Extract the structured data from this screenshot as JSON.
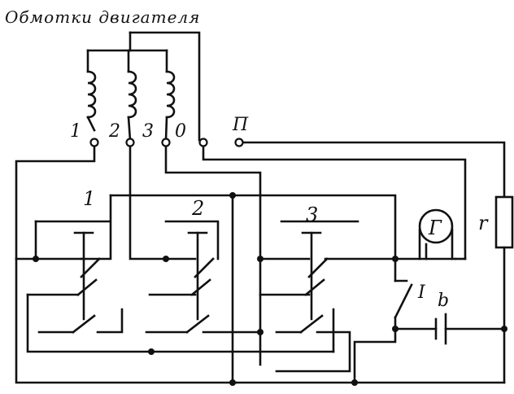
{
  "title": "Обмотки двигателя",
  "terminals": {
    "t1": "1",
    "t2": "2",
    "t3": "3",
    "t0": "0",
    "tp": "П"
  },
  "relays": {
    "r1": "1",
    "r2": "2",
    "r3": "3"
  },
  "galvanometer": "Г",
  "resistor": "r",
  "switch_label": "I",
  "battery_label": "b"
}
